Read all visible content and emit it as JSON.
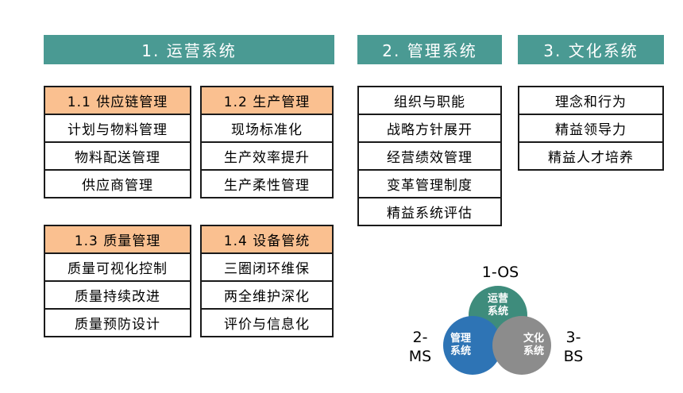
{
  "colors": {
    "header_teal": "#4A9A93",
    "subheader_orange": "#FAC090",
    "box_border": "#1a1a1a",
    "venn_operation": "#3E8C7C",
    "venn_management": "#2E74B5",
    "venn_culture": "#8C8C8C"
  },
  "section1": {
    "title": "1. 运营系统",
    "groups": [
      {
        "header": "1.1 供应链管理",
        "items": [
          "计划与物料管理",
          "物料配送管理",
          "供应商管理"
        ]
      },
      {
        "header": "1.2 生产管理",
        "items": [
          "现场标准化",
          "生产效率提升",
          "生产柔性管理"
        ]
      },
      {
        "header": "1.3 质量管理",
        "items": [
          "质量可视化控制",
          "质量持续改进",
          "质量预防设计"
        ]
      },
      {
        "header": "1.4 设备管统",
        "items": [
          "三圈闭环维保",
          "两全维护深化",
          "评价与信息化"
        ]
      }
    ]
  },
  "section2": {
    "title": "2. 管理系统",
    "items": [
      "组织与职能",
      "战略方针展开",
      "经营绩效管理",
      "变革管理制度",
      "精益系统评估"
    ]
  },
  "section3": {
    "title": "3. 文化系统",
    "items": [
      "理念和行为",
      "精益领导力",
      "精益人才培养"
    ]
  },
  "venn": {
    "os_label": "1-OS",
    "ms_label_line1": "2-",
    "ms_label_line2": "MS",
    "bs_label_line1": "3-",
    "bs_label_line2": "BS",
    "operation_line1": "运营",
    "operation_line2": "系统",
    "management_line1": "管理",
    "management_line2": "系统",
    "culture_line1": "文化",
    "culture_line2": "系统"
  }
}
